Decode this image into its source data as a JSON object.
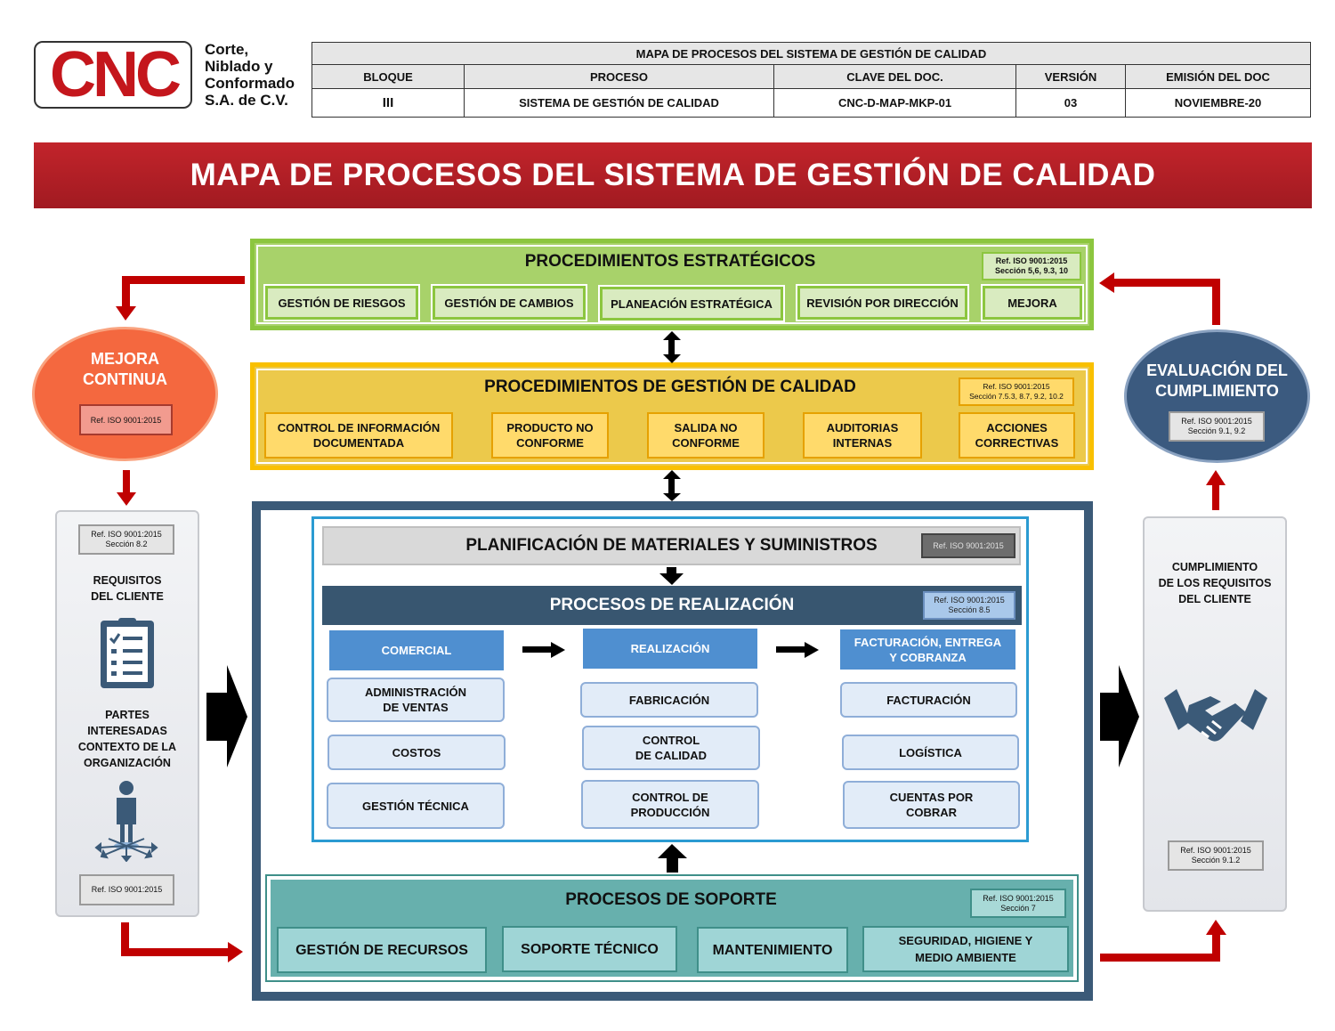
{
  "header": {
    "company_logo": "CNC",
    "company_name": [
      "Corte,",
      "Niblado y",
      "Conformado",
      "S.A. de C.V."
    ],
    "doc_title": "MAPA DE PROCESOS DEL SISTEMA DE GESTIÓN DE CALIDAD",
    "columns": [
      "BLOQUE",
      "PROCESO",
      "CLAVE DEL DOC.",
      "VERSIÓN",
      "EMISIÓN DEL DOC"
    ],
    "values": [
      "III",
      "SISTEMA DE GESTIÓN DE CALIDAD",
      "CNC-D-MAP-MKP-01",
      "03",
      "NOVIEMBRE-20"
    ]
  },
  "banner": "MAPA DE PROCESOS DEL SISTEMA DE GESTIÓN DE CALIDAD",
  "strategic": {
    "title": "PROCEDIMIENTOS ESTRATÉGICOS",
    "ref_line1": "Ref. ISO 9001:2015",
    "ref_line2": "Sección 5,6, 9.3, 10",
    "items": [
      "GESTIÓN DE RIESGOS",
      "GESTIÓN DE CAMBIOS",
      "PLANEACIÓN ESTRATÉGICA",
      "REVISIÓN POR DIRECCIÓN",
      "MEJORA"
    ]
  },
  "quality": {
    "title": "PROCEDIMIENTOS DE GESTIÓN DE CALIDAD",
    "ref_line1": "Ref. ISO 9001:2015",
    "ref_line2": "Sección 7.5.3, 8.7, 9.2, 10.2",
    "items": [
      [
        "CONTROL DE INFORMACIÓN",
        "DOCUMENTADA"
      ],
      [
        "PRODUCTO NO",
        "CONFORME"
      ],
      [
        "SALIDA NO",
        "CONFORME"
      ],
      [
        "AUDITORIAS",
        "INTERNAS"
      ],
      [
        "ACCIONES",
        "CORRECTIVAS"
      ]
    ]
  },
  "planning": {
    "title": "PLANIFICACIÓN DE MATERIALES Y SUMINISTROS",
    "ref": "Ref. ISO 9001:2015"
  },
  "realization": {
    "title": "PROCESOS DE REALIZACIÓN",
    "ref_line1": "Ref. ISO 9001:2015",
    "ref_line2": "Sección 8.5",
    "columns": [
      {
        "head": [
          "COMERCIAL"
        ],
        "items": [
          [
            "ADMINISTRACIÓN",
            "DE VENTAS"
          ],
          [
            "COSTOS"
          ],
          [
            "GESTIÓN TÉCNICA"
          ]
        ]
      },
      {
        "head": [
          "REALIZACIÓN"
        ],
        "items": [
          [
            "FABRICACIÓN"
          ],
          [
            "CONTROL",
            "DE  CALIDAD"
          ],
          [
            "CONTROL DE",
            "PRODUCCIÓN"
          ]
        ]
      },
      {
        "head": [
          "FACTURACIÓN, ENTREGA",
          "Y COBRANZA"
        ],
        "items": [
          [
            "FACTURACIÓN"
          ],
          [
            "LOGÍSTICA"
          ],
          [
            "CUENTAS POR",
            "COBRAR"
          ]
        ]
      }
    ]
  },
  "support": {
    "title": "PROCESOS DE SOPORTE",
    "ref_line1": "Ref. ISO 9001:2015",
    "ref_line2": "Sección 7",
    "items": [
      [
        "GESTIÓN DE RECURSOS"
      ],
      [
        "SOPORTE TÉCNICO"
      ],
      [
        "MANTENIMIENTO"
      ],
      [
        "SEGURIDAD, HIGIENE Y",
        "MEDIO AMBIENTE"
      ]
    ]
  },
  "continuous_improvement": {
    "title": [
      "MEJORA",
      "CONTINUA"
    ],
    "ref": "Ref. ISO 9001:2015"
  },
  "compliance_eval": {
    "title": [
      "EVALUACIÓN DEL",
      "CUMPLIMIENTO"
    ],
    "ref_line1": "Ref. ISO 9001:2015",
    "ref_line2": "Sección 9.1, 9.2"
  },
  "left_panel": {
    "ref_top_line1": "Ref. ISO 9001:2015",
    "ref_top_line2": "Sección 8.2",
    "requirements": [
      "REQUISITOS",
      "DEL  CLIENTE"
    ],
    "stakeholders": [
      "PARTES",
      "INTERESADAS",
      "CONTEXTO DE LA",
      "ORGANIZACIÓN"
    ],
    "ref_bottom": "Ref. ISO 9001:2015"
  },
  "right_panel": {
    "compliance": [
      "CUMPLIMIENTO",
      "DE LOS REQUISITOS",
      "DEL CLIENTE"
    ],
    "ref_line1": "Ref. ISO 9001:2015",
    "ref_line2": "Sección 9.1.2"
  },
  "colors": {
    "brand_red": "#c4161c",
    "strategic_green": "#8cc63f",
    "quality_yellow": "#f9c000",
    "realization_navy": "#385670",
    "support_teal": "#67b0ad",
    "improvement_orange": "#f4683f",
    "evaluation_blue": "#3b5a7f"
  },
  "icons": [
    "checklist-icon",
    "person-icon",
    "handshake-icon"
  ]
}
